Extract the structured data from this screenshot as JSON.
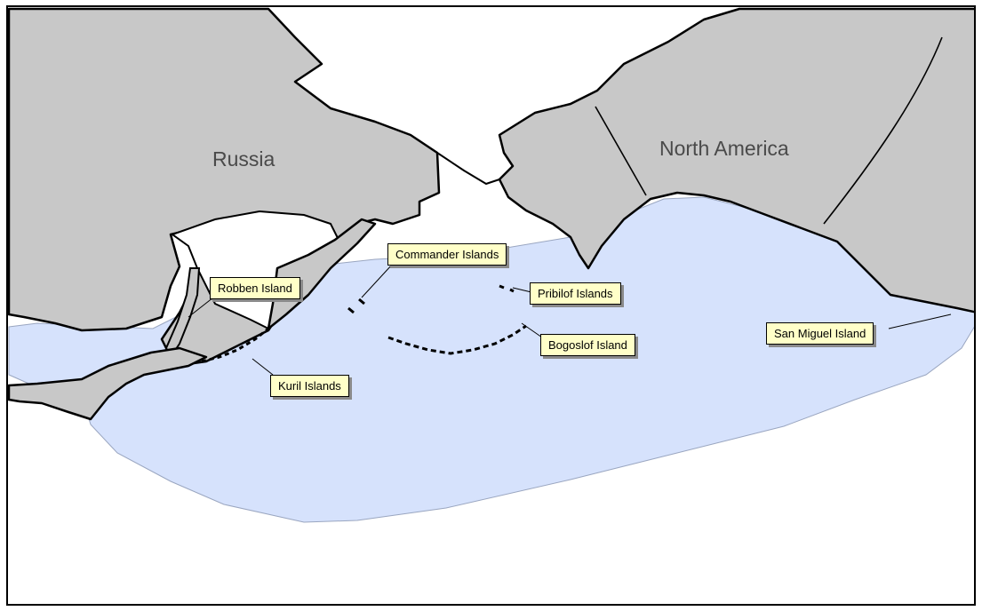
{
  "map": {
    "regions": {
      "russia": "Russia",
      "north_america": "North America"
    },
    "callouts": {
      "commander": "Commander Islands",
      "robben": "Robben Island",
      "pribilof": "Pribilof Islands",
      "bogoslof": "Bogoslof Island",
      "kuril": "Kuril Islands",
      "san_miguel": "San Miguel Island"
    },
    "colors": {
      "land": "#c8c8c8",
      "range": "#d6e2fc",
      "callout_bg": "#ffffc8"
    }
  }
}
